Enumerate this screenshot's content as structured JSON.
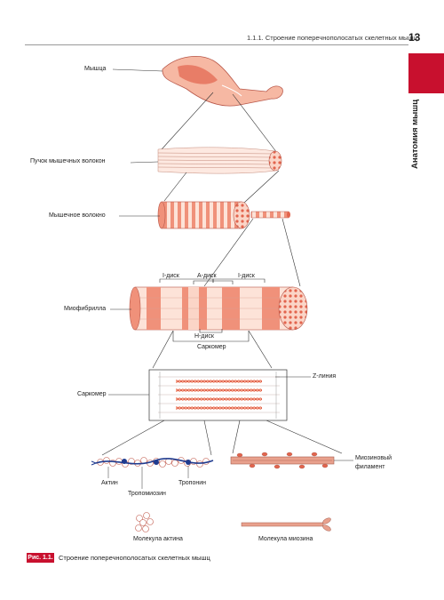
{
  "header": {
    "section": "1.1.1. Строение поперечнополосатых скелетных мышц",
    "page": "13"
  },
  "side_tab": {
    "label": "Анатомия мышц"
  },
  "labels": {
    "muscle": "Мышца",
    "fascicle": "Пучок мышечных волокон",
    "fiber": "Мышечное волокно",
    "myofibril": "Миофибрилла",
    "i_disc_1": "I-диск",
    "a_disc": "A-диск",
    "i_disc_2": "I-диск",
    "h_disc": "H-диск",
    "sarcomere_below": "Саркомер",
    "sarcomere": "Саркомер",
    "z_line": "Z-линия",
    "actin": "Актин",
    "tropomyosin": "Тропомиозин",
    "troponin": "Тропонин",
    "myosin_filament_1": "Миозиновый",
    "myosin_filament_2": "филамент",
    "actin_molecule": "Молекула актина",
    "myosin_molecule": "Молекула миозина"
  },
  "caption": {
    "tag": "Рис. 1.1.",
    "text": "Строение поперечнополосатых скелетных мышц"
  },
  "colors": {
    "accent": "#c8102e",
    "muscle": "#f2a58f",
    "muscle_dark": "#e2644d",
    "actin_blue": "#1f3b8f"
  }
}
